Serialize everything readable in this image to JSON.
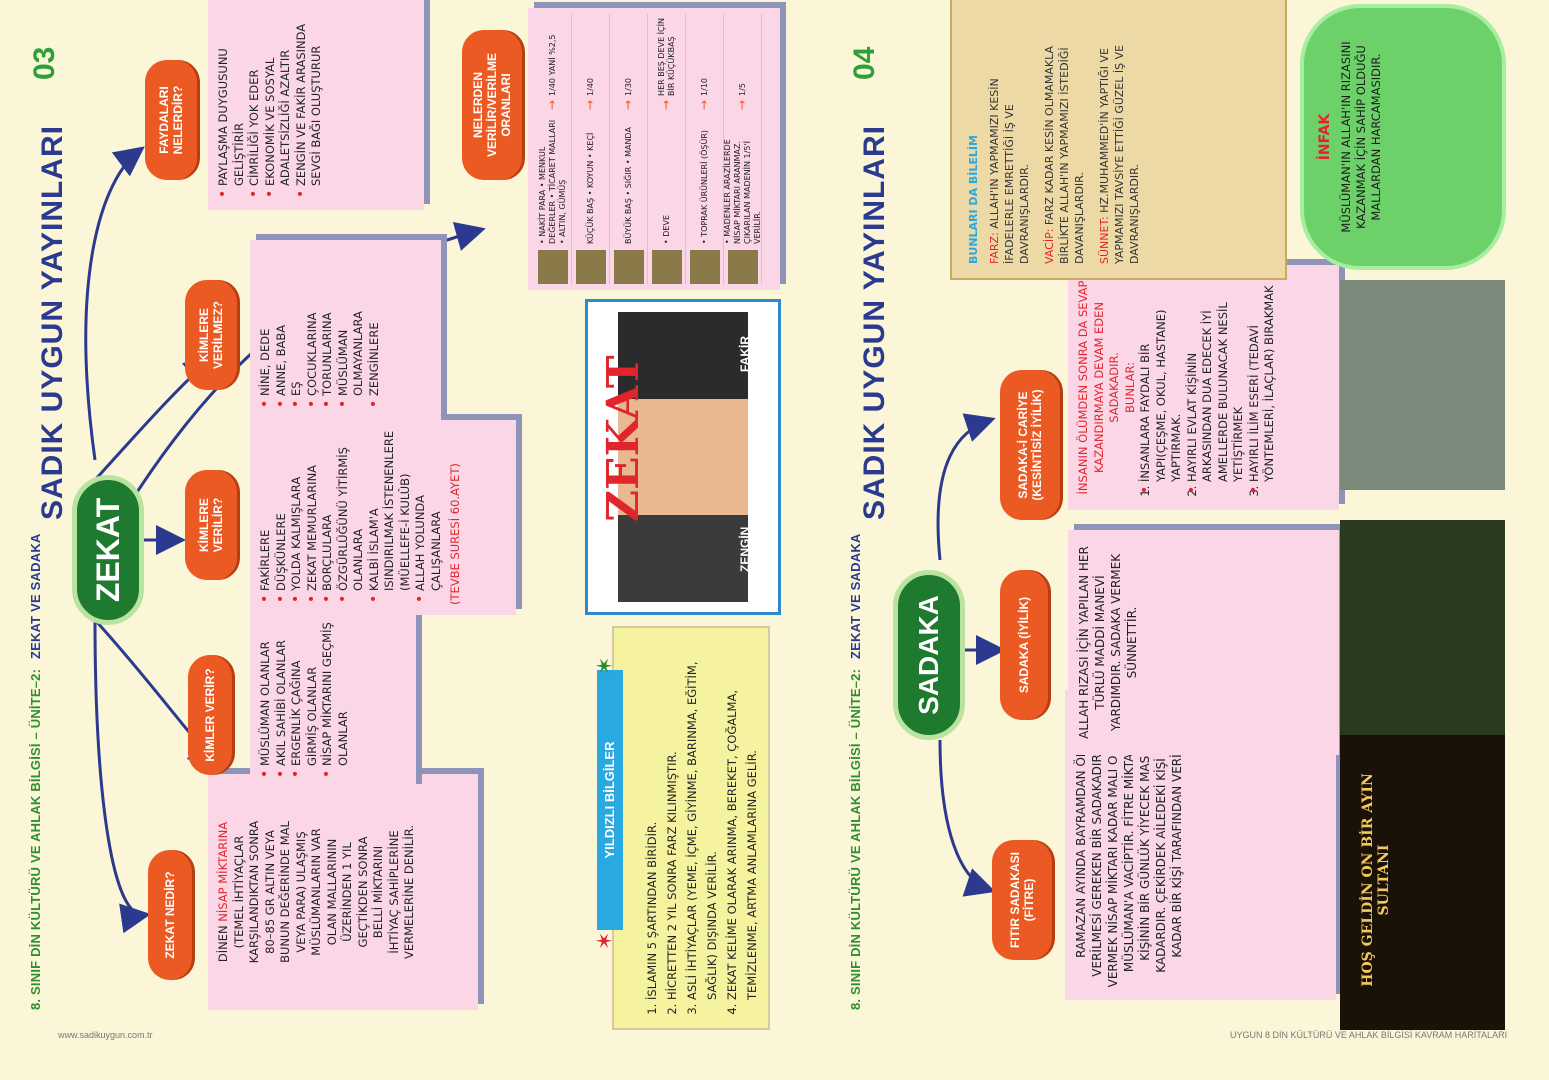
{
  "header": {
    "left_subtitle": "8. SINIF DİN KÜLTÜRÜ VE AHLAK BİLGİSİ – ÜNİTE–2:",
    "left_subtitle2": "ZEKAT VE SADAKA",
    "left_title": "SADIK  UYGUN  YAYINLARI",
    "left_page": "03",
    "right_subtitle": "8. SINIF DİN KÜLTÜRÜ VE AHLAK BİLGİSİ – ÜNİTE–2:",
    "right_subtitle2": "ZEKAT VE SADAKA",
    "right_title": "SADIK  UYGUN  YAYINLARI",
    "right_page": "04"
  },
  "footer": {
    "left": "www.sadikuygun.com.tr",
    "right": "UYGUN 8 DİN KÜLTÜRÜ VE AHLAK BİLGİSİ KAVRAM HARİTALARI"
  },
  "zekat": {
    "center": "ZEKAT",
    "nedir_title": "ZEKAT NEDİR?",
    "nedir_prefix": "DİNEN",
    "nedir_red": "NİSAP MİKTARINA",
    "nedir_lines": [
      "(TEMEL İHTİYAÇLAR",
      "KARŞILANDIKTAN SONRA",
      "80–85 GR ALTIN VEYA",
      "BUNUN DEĞERİNDE MAL",
      "VEYA PARA) ULAŞMIŞ",
      "MÜSLÜMANLARIN VAR",
      "OLAN MALLARININ",
      "ÜZERİNDEN 1 YIL",
      "GEÇTİKDEN SONRA",
      "BELLİ MİKTARINI",
      "İHTİYAÇ SAHİPLERİNE",
      "VERMELERİNE DENİLİR."
    ],
    "kimler_verir_title": "KİMLER VERİR?",
    "kimler_verir_items": [
      "MÜSLÜMAN OLANLAR",
      "AKIL SAHİBİ OLANLAR",
      "ERGENLİK ÇAĞINA GİRMİŞ OLANLAR",
      "NİSAP MİKTARINI GEÇMİŞ OLANLAR"
    ],
    "verilir_title": "KİMLERE VERİLİR?",
    "verilir_items": [
      "FAKİRLERE",
      "DÜŞKÜNLERE",
      "YOLDA KALMIŞLARA",
      "ZEKAT MEMURLARINA",
      "BORÇLULARA",
      "ÖZGÜRLÜĞÜNÜ YİTİRMİŞ OLANLARA",
      "KALBİ İSLAM'A ISINDIRILMAK İSTENENLERE (MÜELLEFE-İ KULÛB)",
      "ALLAH YOLUNDA ÇALIŞANLARA"
    ],
    "verilir_ref": "(TEVBE SURESİ 60.AYET)",
    "verilmez_title": "KİMLERE VERİLMEZ?",
    "verilmez_items": [
      "NİNE, DEDE",
      "ANNE, BABA",
      "EŞ",
      "ÇOCUKLARINA",
      "TORUNLARINA",
      "MÜSLÜMAN OLMAYANLARA",
      "ZENGİNLERE"
    ],
    "faydalari_title": "FAYDALARI NELERDİR?",
    "faydalari_items": [
      "PAYLAŞMA DUYGUSUNU GELİŞTİRİR",
      "CİMRİLİĞİ YOK EDER",
      "EKONOMİK VE SOSYAL ADALETSİZLİĞİ AZALTIR",
      "ZENGİN VE FAKİR ARASINDA SEVGİ BAĞI OLUŞTURUR"
    ],
    "oranlar_title": "NELERDEN VERİLİR/VERİLME ORANLARI",
    "oranlar": [
      {
        "items": "• NAKİT PARA • MENKUL DEĞERLER • TİCARET MALLARI • ALTIN, GÜMÜŞ",
        "rate": "1/40 YANİ %2,5"
      },
      {
        "items": "KÜÇÜK BAŞ • KOYUN • KEÇİ",
        "rate": "1/40"
      },
      {
        "items": "BÜYÜK BAŞ • SIĞIR • MANDA",
        "rate": "1/30"
      },
      {
        "items": "• DEVE",
        "rate": "HER BEŞ DEVE İÇİN BİR KÜÇÜKBAŞ"
      },
      {
        "items": "• TOPRAK ÜRÜNLERİ (ÖŞÜR)",
        "rate": "1/10"
      },
      {
        "items": "• MADENLER ARAZİLERDE NİSAP MİKTARI ARANMAZ. ÇIKARILAN MADENİN 1/5'İ VERİLİR.",
        "rate": "1/5"
      }
    ],
    "poster_word": "ZEKAT",
    "poster_fakir": "FAKİR",
    "poster_zengin": "ZENGİN",
    "yildizli_title": "YILDIZLI BİLGİLER",
    "yildizli_items": [
      "İSLAMIN 5 ŞARTINDAN BİRİDİR.",
      "HİCRETTEN 2 YIL SONRA FARZ KILINMIŞTIR.",
      "ASLİ İHTİYAÇLAR (YEME, İÇME, GİYİNME, BARINMA, EĞİTİM, SAĞLIK) DIŞINDA VERİLİR.",
      "ZEKAT KELİME OLARAK ARINMA, BEREKET, ÇOĞALMA, TEMİZLENME, ARTMA ANLAMLARINA GELİR."
    ]
  },
  "sadaka": {
    "center": "SADAKA",
    "fitre_title": "FITIR SADAKASI (FİTRE)",
    "fitre_text": "RAMAZAN AYINDA BAYRAMDAN ÖNCE VERİLMESİ GEREKEN BİR SADAKADIR. FİTRE VERMEK NİSAP MİKTARI KADAR MALI OLAN HER MÜSLÜMAN'A VACİPTİR. FİTRE MİKTARI BİR KİŞİNİN BİR GÜNLÜK YİYECEK MASRAFI KADARDIR. ÇEKİRDEK AİLEDEKİ KİŞİ SAYISI KADAR BİR KİŞİ TARAFINDAN VERİLİR.",
    "iyilik_title": "SADAKA (İYİLİK)",
    "iyilik_text": "ALLAH RIZASI İÇİN YAPILAN HER TÜRLÜ MADDİ MANEVİ YARDIMDIR. SADAKA VERMEK SÜNNETTİR.",
    "cariye_title": "SADAKA-İ CARİYE (KESİNTİSİZ İYİLİK)",
    "cariye_intro": "İNSANIN ÖLÜMDEN SONRA DA SEVAP KAZANDIRMAYA DEVAM EDEN SADAKADIR.",
    "cariye_bunlar": "BUNLAR:",
    "cariye_items": [
      "İNSANLARA FAYDALI BİR YAPI(ÇEŞME, OKUL, HASTANE) YAPTIRMAK.",
      "HAYIRLI EVLAT KİŞİNİN ARKASINDAN DUA EDECEK İYİ AMELLERDE BULUNACAK NESİL YETİŞTİRMEK",
      "HAYIRLI İLİM ESERİ (TEDAVİ YÖNTEMLERİ, İLAÇLAR) BIRAKMAK"
    ],
    "mosque_text": "HOŞ GELDİN ON BİR AYIN SULTANI",
    "bilelim_title": "BUNLARI DA BİLELİM",
    "bilelim": [
      {
        "term": "FARZ:",
        "text": "ALLAH'IN YAPMAMIZI KESİN İFADELERLE EMRETTİĞİ İŞ VE DAVRANIŞLARDIR."
      },
      {
        "term": "VACİP:",
        "text": "FARZ KADAR KESİN OLMAMAKLA BİRLİKTE ALLAH'IN YAPMAMIZI İSTEDİĞİ DAVANIŞLARDIR."
      },
      {
        "term": "SÜNNET:",
        "text": "HZ.MUHAMMED'İN YAPTIĞI VE YAPMAMIZI TAVSİYE ETTİĞİ GÜZEL İŞ VE DAVRANIŞLARDIR."
      }
    ],
    "infak_title": "İNFAK",
    "infak_text": "MÜSLÜMAN'IN ALLAH'IN RIZASINI KAZANMAK İÇİN SAHİP OLDUĞU MALLARDAN HARCAMASIDIR."
  },
  "colors": {
    "accent_orange": "#ec5a23",
    "card_pink": "#fbd6e6",
    "title_blue": "#2b3a8f",
    "green": "#1e7a2f"
  }
}
